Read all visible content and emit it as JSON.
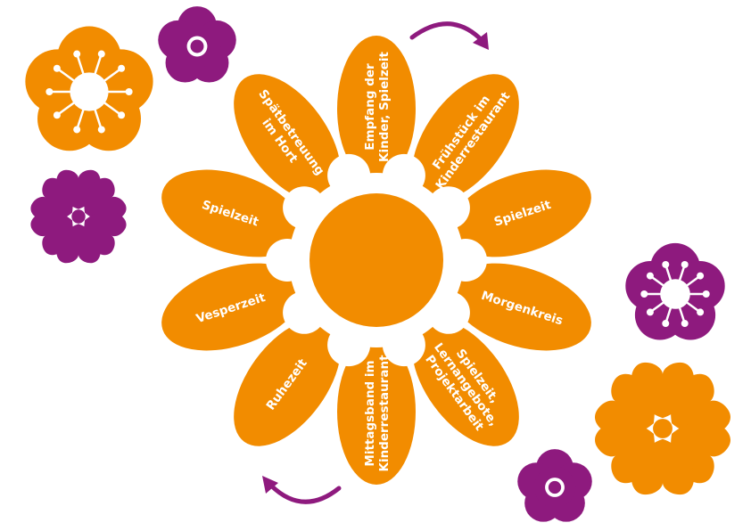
{
  "colors": {
    "orange": "#F28C00",
    "purple": "#8E1A7E",
    "white": "#FFFFFF"
  },
  "petals": [
    {
      "lines": [
        "Empfang der",
        "Kinder, Spielzeit"
      ]
    },
    {
      "lines": [
        "Frühstück im",
        "Kinderrestaurant"
      ]
    },
    {
      "lines": [
        "Spielzeit"
      ]
    },
    {
      "lines": [
        "Morgenkreis"
      ]
    },
    {
      "lines": [
        "Spielzeit,",
        "Lernangebote,",
        "Projektarbeit"
      ]
    },
    {
      "lines": [
        "Mittagsband im",
        "Kinderrestaurant"
      ]
    },
    {
      "lines": [
        "Ruhezeit"
      ]
    },
    {
      "lines": [
        "Vesperzeit"
      ]
    },
    {
      "lines": [
        "Spielzeit"
      ]
    },
    {
      "lines": [
        "Spätbetreuung",
        "im Hort"
      ]
    }
  ]
}
